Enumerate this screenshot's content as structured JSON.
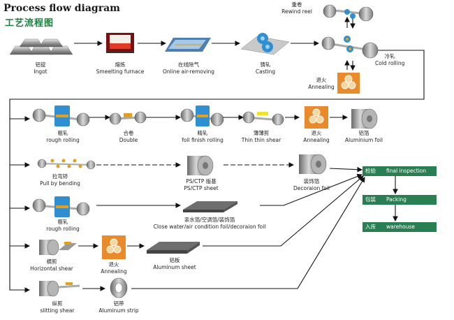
{
  "title": "Process flow diagram",
  "subtitle": "工艺流程图",
  "steps": {
    "ingot": {
      "cn": "铝锭",
      "en": "Ingot"
    },
    "smelting": {
      "cn": "熔炼",
      "en": "Smeelting furnace"
    },
    "air": {
      "cn": "在线除气",
      "en": "Online air-removing"
    },
    "casting": {
      "cn": "铸轧",
      "en": "Casting"
    },
    "rewind": {
      "cn": "重卷",
      "en": "Rewind reel"
    },
    "cold": {
      "cn": "冷轧",
      "en": "Cold rolling"
    },
    "annealing_top": {
      "cn": "退火",
      "en": "Annealing"
    },
    "rough1": {
      "cn": "粗轧",
      "en": "rough rolling"
    },
    "double": {
      "cn": "合卷",
      "en": "Double"
    },
    "foilfinish": {
      "cn": "精轧",
      "en": "foil finish rolling"
    },
    "thinshear": {
      "cn": "薄薄剪",
      "en": "Thin thin shear"
    },
    "annealing2": {
      "cn": "退火",
      "en": "Annealing"
    },
    "alufoil": {
      "cn": "铝箔",
      "en": "Aluminium foil"
    },
    "pullbend": {
      "cn": "拉弯矫",
      "en": "Pull by bending"
    },
    "ps": {
      "cn": "PS/CTP 版基",
      "en": "PS/CTP sheet"
    },
    "decor": {
      "cn": "装饰箔",
      "en": "Decoraion foil"
    },
    "rough2": {
      "cn": "粗轧",
      "en": "rough rolling"
    },
    "closewater": {
      "cn": "亲水箔/空调箔/装饰箔",
      "en": "Close water/air condition foil/decoraion foil"
    },
    "hshear": {
      "cn": "横剪",
      "en": "Horizontal shear"
    },
    "annealing3": {
      "cn": "退火",
      "en": "Annealing"
    },
    "alusheet": {
      "cn": "铝板",
      "en": "Aluminum sheet"
    },
    "slitting": {
      "cn": "纵剪",
      "en": "slitting shear"
    },
    "alustrip": {
      "cn": "铝带",
      "en": "Aluminum strip"
    }
  },
  "final_steps": [
    {
      "cn": "检验",
      "en": "final inspection"
    },
    {
      "cn": "包装",
      "en": "Packing"
    },
    {
      "cn": "入库",
      "en": "warehouse"
    }
  ],
  "colors": {
    "final_box": "#2a7f52",
    "annealing": "#e98b2a",
    "roller_blue": "#2f8fd0",
    "line": "#111111"
  }
}
